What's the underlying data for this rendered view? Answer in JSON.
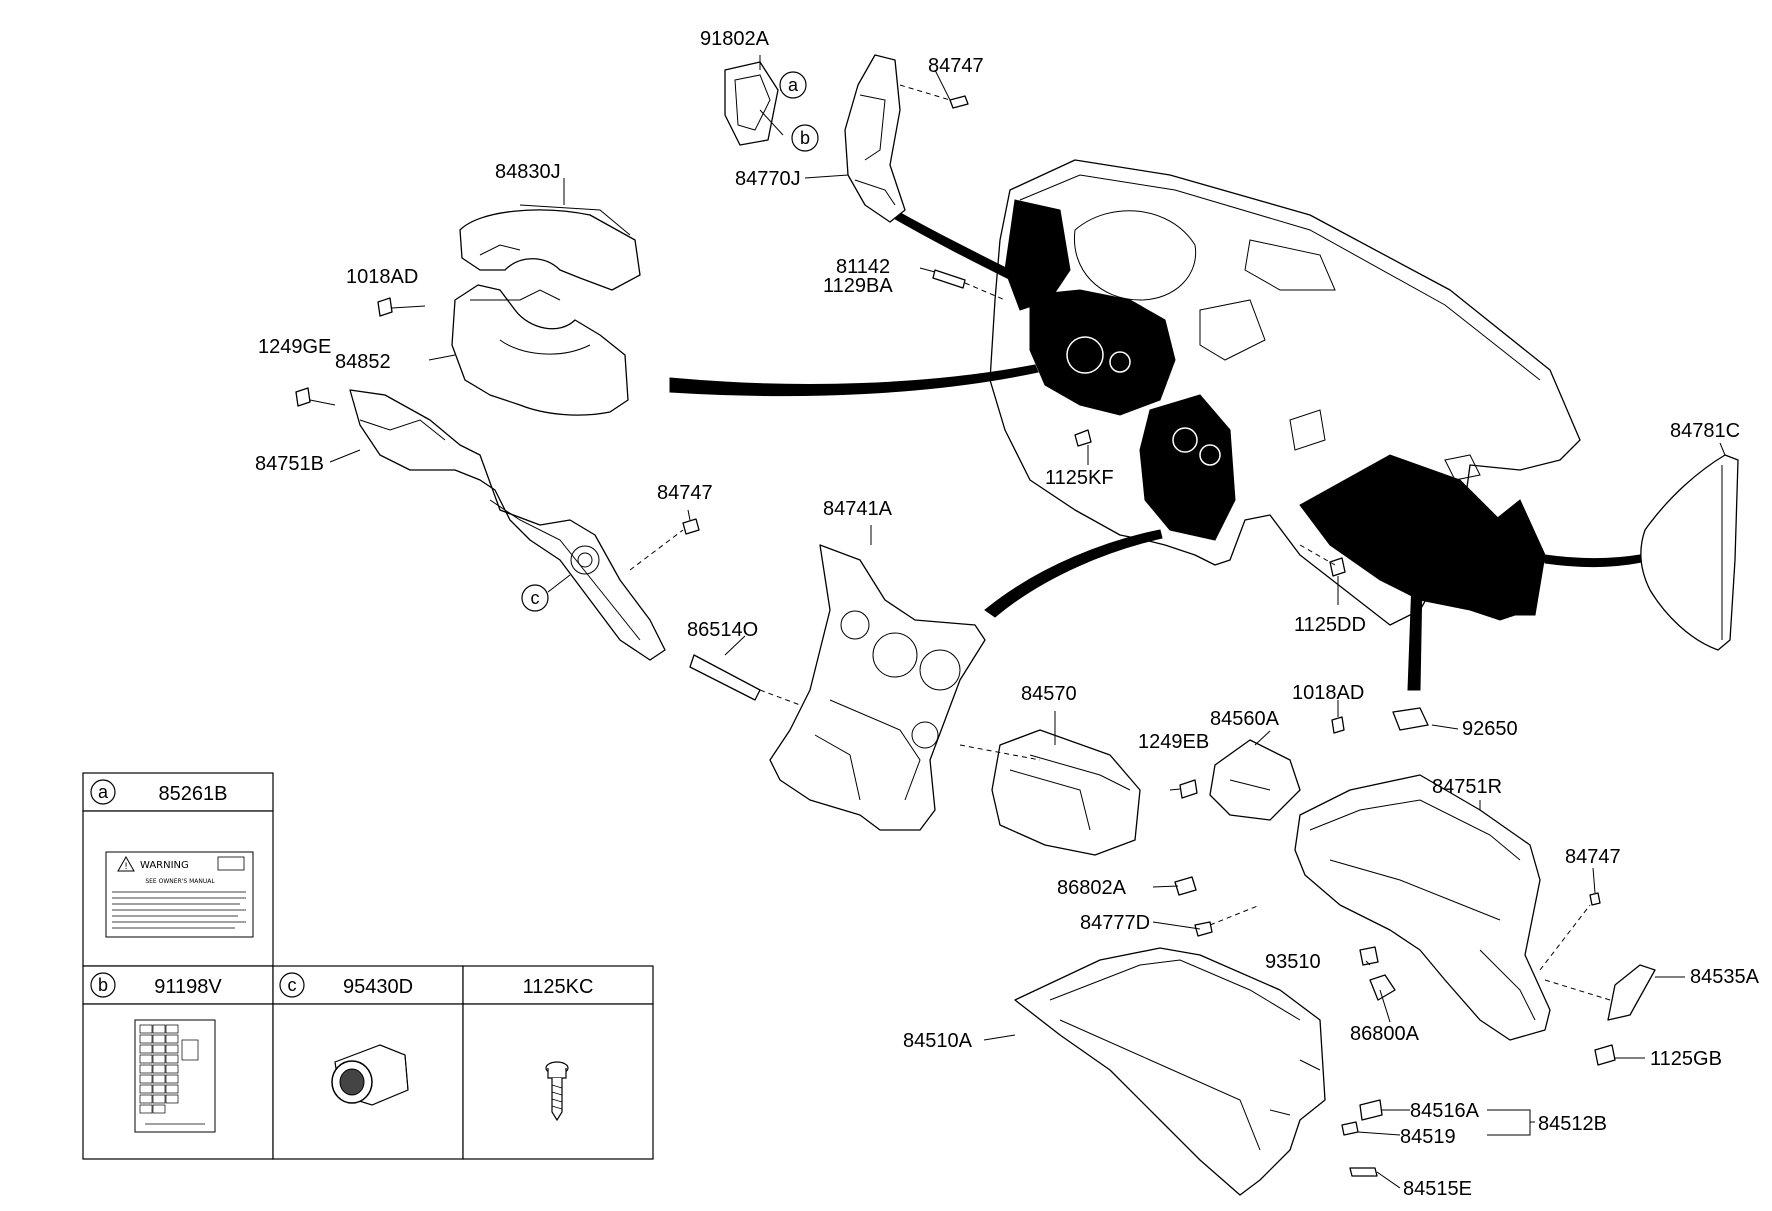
{
  "part_labels": {
    "p91802A": "91802A",
    "p84747_top": "84747",
    "p84770J": "84770J",
    "p84830J": "84830J",
    "p1018AD_left": "1018AD",
    "p1249GE": "1249GE",
    "p84852": "84852",
    "p84751B": "84751B",
    "p81142": "81142",
    "p1129BA": "1129BA",
    "p1125KF": "1125KF",
    "p84781C": "84781C",
    "p84747_mid": "84747",
    "p84741A": "84741A",
    "p86514O": "86514O",
    "p1125DD": "1125DD",
    "p84570": "84570",
    "p1018AD_right": "1018AD",
    "p84560A": "84560A",
    "p92650": "92650",
    "p1249EB": "1249EB",
    "p84751R": "84751R",
    "p84747_right": "84747",
    "p86802A": "86802A",
    "p84777D": "84777D",
    "p93510": "93510",
    "p84535A": "84535A",
    "p86800A": "86800A",
    "p84510A": "84510A",
    "p1125GB": "1125GB",
    "p84516A": "84516A",
    "p84512B": "84512B",
    "p84519": "84519",
    "p84515E": "84515E"
  },
  "callouts": {
    "a_top": "a",
    "b_top": "b",
    "c_mid": "c"
  },
  "legend": {
    "a": {
      "letter": "a",
      "part": "85261B"
    },
    "b": {
      "letter": "b",
      "part": "91198V"
    },
    "c": {
      "letter": "c",
      "part": "95430D"
    },
    "d": {
      "part": "1125KC"
    }
  },
  "warning_label": {
    "title": "WARNING",
    "subtitle": "SEE OWNER'S MANUAL"
  }
}
